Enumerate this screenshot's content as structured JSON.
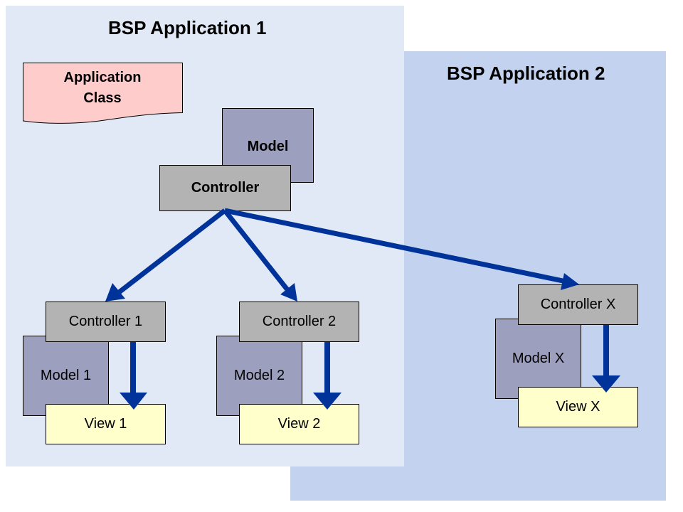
{
  "applications": [
    {
      "title": "BSP Application 1",
      "application_class": {
        "label_line1": "Application",
        "label_line2": "Class"
      },
      "main_model": "Model",
      "main_controller": "Controller",
      "groups": [
        {
          "controller": "Controller 1",
          "model": "Model 1",
          "view": "View 1"
        },
        {
          "controller": "Controller 2",
          "model": "Model 2",
          "view": "View 2"
        }
      ]
    },
    {
      "title": "BSP Application 2",
      "groups": [
        {
          "controller": "Controller X",
          "model": "Model X",
          "view": "View X"
        }
      ]
    }
  ],
  "edges": [
    {
      "from": "Controller",
      "to": "Controller 1"
    },
    {
      "from": "Controller",
      "to": "Controller 2"
    },
    {
      "from": "Controller",
      "to": "Controller X"
    },
    {
      "from": "Controller 1",
      "to": "View 1"
    },
    {
      "from": "Controller 2",
      "to": "View 2"
    },
    {
      "from": "Controller X",
      "to": "View X"
    }
  ],
  "colors": {
    "app1_bg": "#e1e9f6",
    "app2_bg": "#c3d3ef",
    "model": "#9d9fbf",
    "controller": "#b3b3b3",
    "view": "#ffffcc",
    "application_class": "#ffcccc",
    "arrow": "#003399"
  }
}
